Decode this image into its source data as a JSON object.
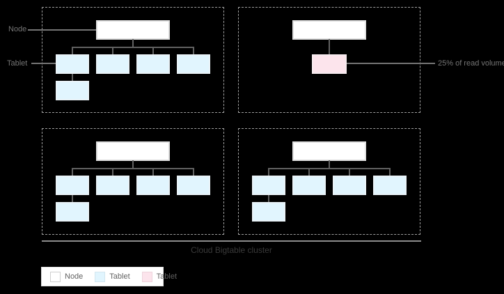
{
  "diagram": {
    "side_labels": {
      "node": "Node",
      "tablet": "Tablet"
    },
    "callout": {
      "read_volume": "25% of read volume"
    },
    "footer": {
      "title": "Cloud Bigtable cluster"
    },
    "legend": {
      "items": [
        {
          "label": "Node",
          "color": "#ffffff"
        },
        {
          "label": "Tablet",
          "color": "#e1f5fe"
        },
        {
          "label": "Tablet",
          "color": "#fce4ec"
        }
      ]
    },
    "colors": {
      "background": "#000000",
      "node_fill": "#ffffff",
      "node_border": "#e0e0e0",
      "tablet_fill": "#e1f5fe",
      "hot_tablet_fill": "#fce4ec",
      "connector_line": "#616161",
      "callout_line": "#757575",
      "dashed_border": "#9e9e9e",
      "label_text": "#757575",
      "title_text": "#3a3a3a"
    },
    "structure": {
      "clusters": [
        {
          "position": "top-left",
          "nodes": 1,
          "tablets": 5,
          "hot_tablets": 0
        },
        {
          "position": "top-right",
          "nodes": 1,
          "tablets": 0,
          "hot_tablets": 1,
          "annotation": "25% of read volume"
        },
        {
          "position": "bottom-left",
          "nodes": 1,
          "tablets": 5,
          "hot_tablets": 0
        },
        {
          "position": "bottom-right",
          "nodes": 1,
          "tablets": 5,
          "hot_tablets": 0
        }
      ]
    }
  }
}
